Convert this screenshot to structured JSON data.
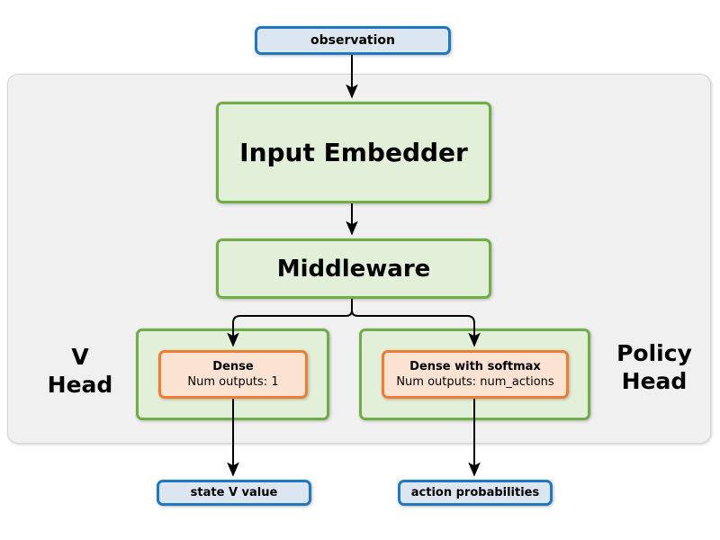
{
  "diagram": {
    "title_present": false,
    "colors": {
      "blue_border": "#1f78c1",
      "blue_fill": "#dce6f1",
      "green_border": "#70ad47",
      "green_fill": "#e2efd9",
      "orange_border": "#ed7d31",
      "orange_fill": "#fbe2d2",
      "panel_fill": "#f0f0f0",
      "panel_border": "#d4d4d4",
      "arrow": "#000000",
      "canvas": "#ffffff"
    },
    "input": {
      "label": "observation"
    },
    "network": {
      "input_embedder": "Input Embedder",
      "middleware": "Middleware"
    },
    "heads": [
      {
        "name": "V Head",
        "label_lines": "V\nHead",
        "layer_title": "Dense",
        "layer_subtitle": "Num outputs: 1",
        "output": "state V value"
      },
      {
        "name": "Policy Head",
        "label_lines": "Policy\nHead",
        "layer_title": "Dense with softmax",
        "layer_subtitle": "Num outputs: num_actions",
        "output": "action probabilities"
      }
    ],
    "outputs": {
      "v_value": "state V value",
      "action_probabilities": "action probabilities"
    },
    "edges": [
      {
        "from": "observation",
        "to": "Input Embedder"
      },
      {
        "from": "Input Embedder",
        "to": "Middleware"
      },
      {
        "from": "Middleware",
        "to": "Dense"
      },
      {
        "from": "Middleware",
        "to": "Dense with softmax"
      },
      {
        "from": "Dense",
        "to": "state V value"
      },
      {
        "from": "Dense with softmax",
        "to": "action probabilities"
      }
    ]
  }
}
